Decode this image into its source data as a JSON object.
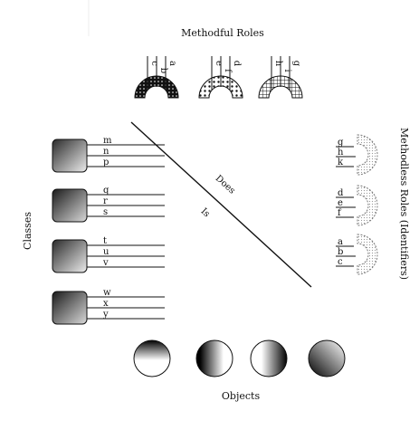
{
  "methodful_roles": {
    "title": "Methodful Roles",
    "roles": [
      {
        "letters": [
          "c",
          "b",
          "a"
        ],
        "pattern": "solid-dots"
      },
      {
        "letters": [
          "e",
          "f",
          "d"
        ],
        "pattern": "dotted"
      },
      {
        "letters": [
          "h",
          "i",
          "g"
        ],
        "pattern": "grid"
      }
    ]
  },
  "methodless_roles": {
    "title": "Methodless Roles (Identifiers)",
    "roles": [
      {
        "letters": [
          "g",
          "h",
          "k"
        ]
      },
      {
        "letters": [
          "d",
          "e",
          "f"
        ]
      },
      {
        "letters": [
          "a",
          "b",
          "c"
        ]
      }
    ]
  },
  "classes": {
    "title": "Classes",
    "items": [
      {
        "letters": [
          "m",
          "n",
          "p"
        ]
      },
      {
        "letters": [
          "q",
          "r",
          "s"
        ]
      },
      {
        "letters": [
          "t",
          "u",
          "v"
        ]
      },
      {
        "letters": [
          "w",
          "x",
          "y"
        ]
      }
    ]
  },
  "objects": {
    "title": "Objects",
    "count": 4
  },
  "diagonal": {
    "does_label": "Does",
    "is_label": "Is"
  }
}
